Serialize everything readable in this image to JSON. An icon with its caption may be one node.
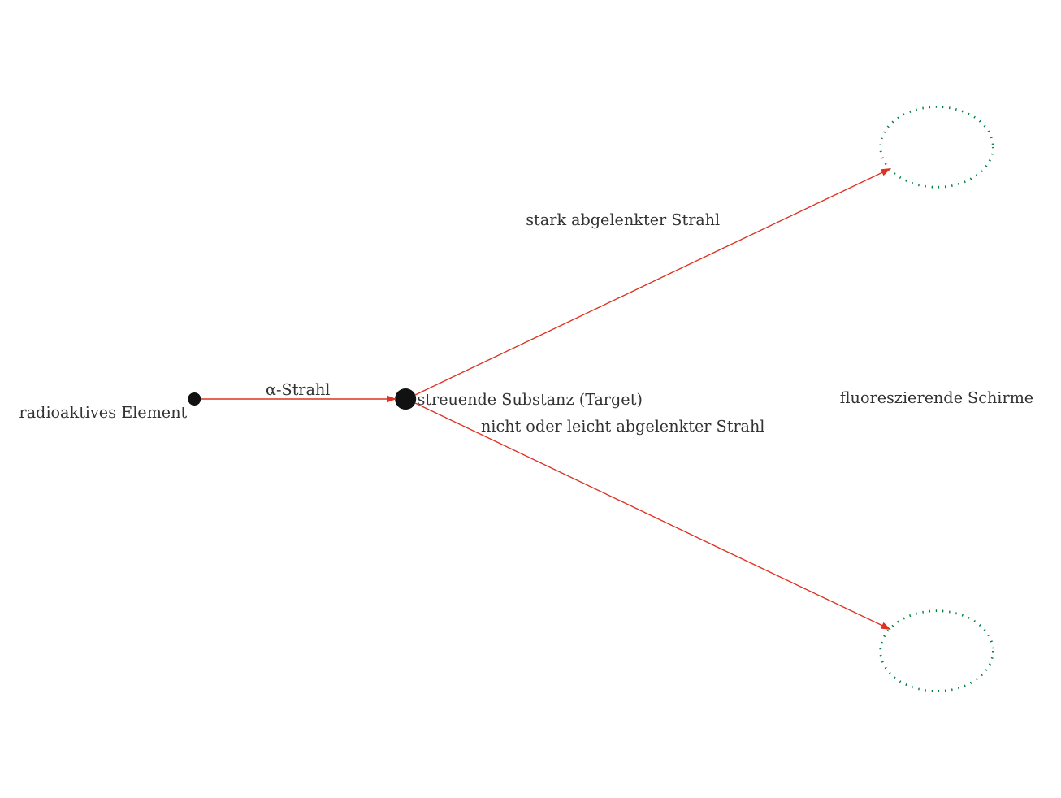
{
  "diagram": {
    "nodes": [
      {
        "text": [
          "radioaktives Element"
        ]
      },
      {
        "text": [
          "streuende Substanz (Target)"
        ]
      },
      {
        "text": [],
        "shape": "ellipse"
      },
      {
        "text": [],
        "shape": "ellipse"
      }
    ],
    "edges": [
      {
        "from": 0,
        "to": 1,
        "arrow": "to",
        "label": "α-Strahl"
      },
      {
        "from": 1,
        "to": 2,
        "arrow": "to",
        "label": "stark abgelenkter Strahl"
      },
      {
        "from": 1,
        "to": 3,
        "arrow": "to",
        "label": "nicht oder leicht abgelenkter Strahl"
      }
    ],
    "labels": [
      "fluoreszierende Schirme"
    ]
  }
}
